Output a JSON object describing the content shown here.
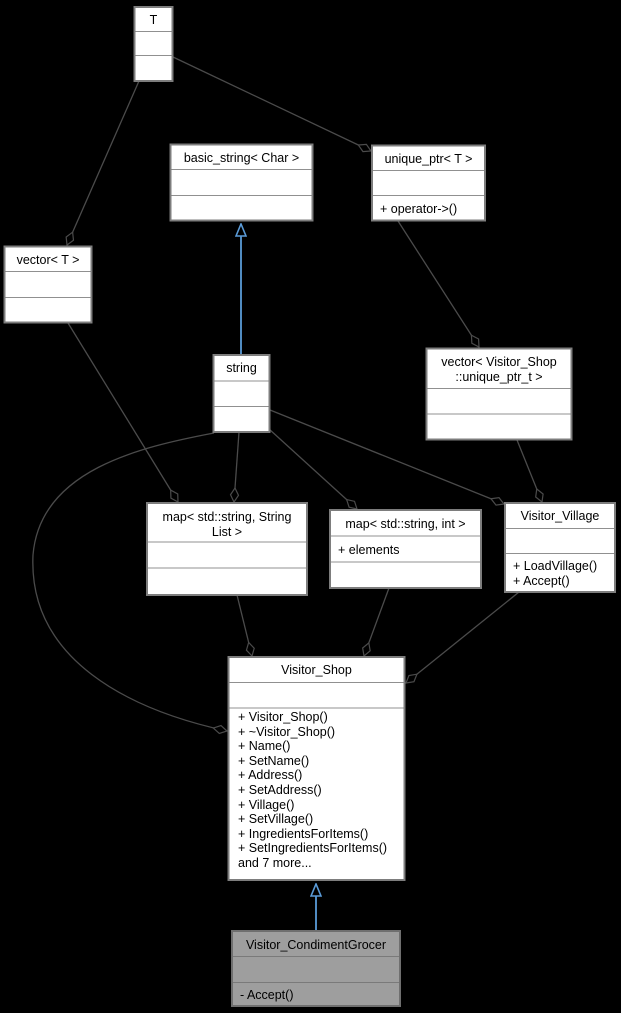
{
  "diagram": {
    "kind": "uml-collaboration-diagram",
    "colors": {
      "background": "#000000",
      "node_fill": "#ffffff",
      "node_border": "#7d7d7d",
      "highlight_node_fill": "#9e9e9e",
      "edge": "#4b4b4b",
      "inheritance_arrow": "#5a9bd8",
      "text": "#000000"
    },
    "classes": {
      "t": {
        "title": "T"
      },
      "basic_string": {
        "title": "basic_string< Char >"
      },
      "unique_ptr": {
        "title": "unique_ptr< T >",
        "methods": [
          "+ operator->()"
        ]
      },
      "vector_t": {
        "title": "vector< T >"
      },
      "string": {
        "title": "string"
      },
      "vector_visitor_shop": {
        "title_line1": "vector< Visitor_Shop",
        "title_line2": "::unique_ptr_t >"
      },
      "map_string_list": {
        "title_line1": "map< std::string, String",
        "title_line2": "List >"
      },
      "map_string_int": {
        "title": "map< std::string, int >",
        "attributes": [
          "+ elements"
        ]
      },
      "visitor_village": {
        "title": "Visitor_Village",
        "methods": [
          "+ LoadVillage()",
          "+ Accept()"
        ]
      },
      "visitor_shop": {
        "title": "Visitor_Shop",
        "methods": [
          "+ Visitor_Shop()",
          "+ ~Visitor_Shop()",
          "+ Name()",
          "+ SetName()",
          "+ Address()",
          "+ SetAddress()",
          "+ Village()",
          "+ SetVillage()",
          "+ IngredientsForItems()",
          "+ SetIngredientsForItems()",
          "and 7 more..."
        ]
      },
      "visitor_condiment_grocer": {
        "title": "Visitor_CondimentGrocer",
        "methods": [
          "- Accept()"
        ]
      }
    }
  }
}
